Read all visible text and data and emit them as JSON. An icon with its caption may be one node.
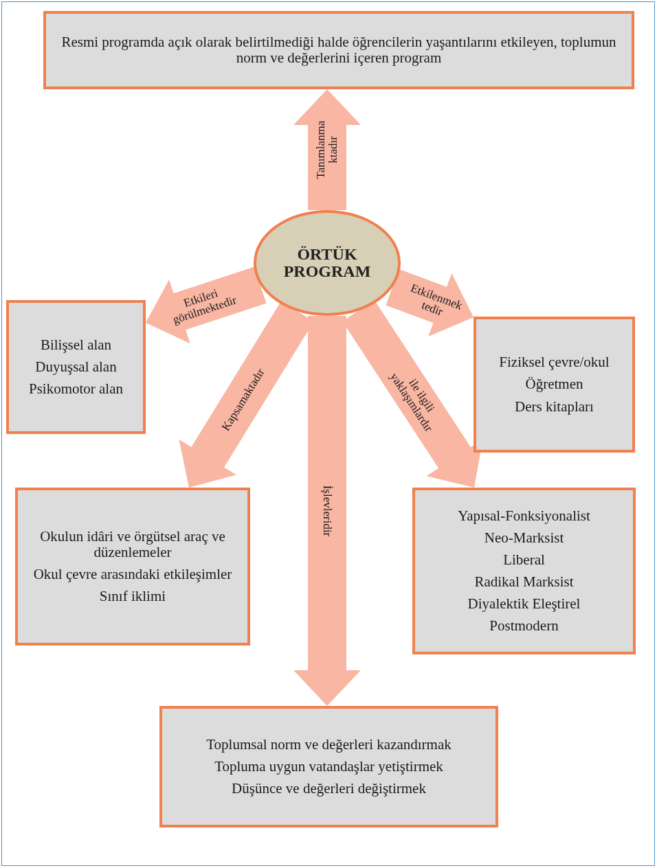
{
  "diagram": {
    "nodes": [
      {
        "text": [
          "Resmi programda açık olarak belirtilmediği halde öğrencilerin yaşantılarını etkileyen, toplumun norm ve değerlerini içeren program"
        ]
      },
      {
        "text": [
          "ÖRTÜK PROGRAM"
        ]
      },
      {
        "text": [
          "Bilişsel alan",
          "Duyuşsal alan",
          "Psikomotor alan"
        ]
      },
      {
        "text": [
          "Fiziksel çevre/okul",
          "Öğretmen",
          "Ders kitapları"
        ]
      },
      {
        "text": [
          "Okulun idâri ve örgütsel araç ve düzenlemeler",
          "Okul çevre arasındaki etkileşimler",
          "Sınıf iklimi"
        ]
      },
      {
        "text": [
          "Yapısal-Fonksiyonalist",
          "Neo-Marksist",
          "Liberal",
          "Radikal Marksist",
          "Diyalektik Eleştirel",
          "Postmodern"
        ]
      },
      {
        "text": [
          "Toplumsal norm ve değerleri kazandırmak",
          "Topluma uygun vatandaşlar yetiştirmek",
          "Düşünce ve değerleri değiştirmek"
        ]
      }
    ],
    "edges": [
      {
        "from": 1,
        "to": 0,
        "arrow": "to",
        "label": "Tanımlanma ktadır",
        "style": "thick"
      },
      {
        "from": 1,
        "to": 2,
        "arrow": "to",
        "label": "Etkileri görülmektedir",
        "style": "thick"
      },
      {
        "from": 1,
        "to": 3,
        "arrow": "to",
        "label": "Etkilenmek tedir",
        "style": "thick"
      },
      {
        "from": 1,
        "to": 4,
        "arrow": "to",
        "label": "Kapsamaktadır",
        "style": "thick"
      },
      {
        "from": 1,
        "to": 5,
        "arrow": "to",
        "label": "ile ilgili yaklaşımlardır",
        "style": "thick"
      },
      {
        "from": 1,
        "to": 6,
        "arrow": "to",
        "label": "İşlevleridir",
        "style": "thick"
      }
    ]
  }
}
